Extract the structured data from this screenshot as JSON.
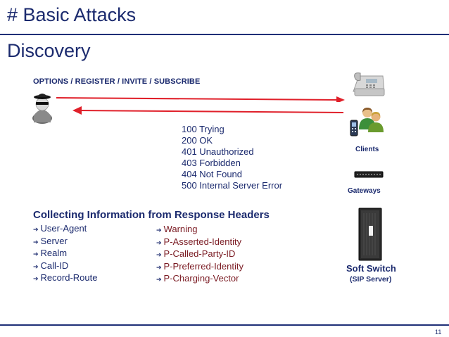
{
  "title": "# Basic Attacks",
  "subtitle": "Discovery",
  "methods_line": "OPTIONS /  REGISTER / INVITE / SUBSCRIBE",
  "responses": [
    "100 Trying",
    "200 OK",
    "401 Unauthorized",
    "403 Forbidden",
    "404 Not Found",
    "500 Internal Server Error"
  ],
  "collect_title": "Collecting Information from Response Headers",
  "headers_left": [
    "User-Agent",
    "Server",
    "Realm",
    "Call-ID",
    "Record-Route"
  ],
  "headers_right": [
    "Warning",
    "P-Asserted-Identity",
    "P-Called-Party-ID",
    "P-Preferred-Identity",
    "P-Charging-Vector"
  ],
  "labels": {
    "clients": "Clients",
    "gateways": "Gateways",
    "soft_switch": "Soft Switch",
    "sip_server": "(SIP Server)"
  },
  "page_number": "11",
  "colors": {
    "title": "#1b2a6e",
    "arrow": "#e0202a",
    "header_right": "#7a1a22",
    "rule": "#1f2f77"
  },
  "icons": {
    "attacker": "spy-icon",
    "phone": "desk-phone-icon",
    "users": "users-icon",
    "mobile": "mobile-phone-icon",
    "gateway": "gateway-device-icon",
    "server": "server-rack-icon",
    "bullet": "arrow-bullet-icon"
  }
}
